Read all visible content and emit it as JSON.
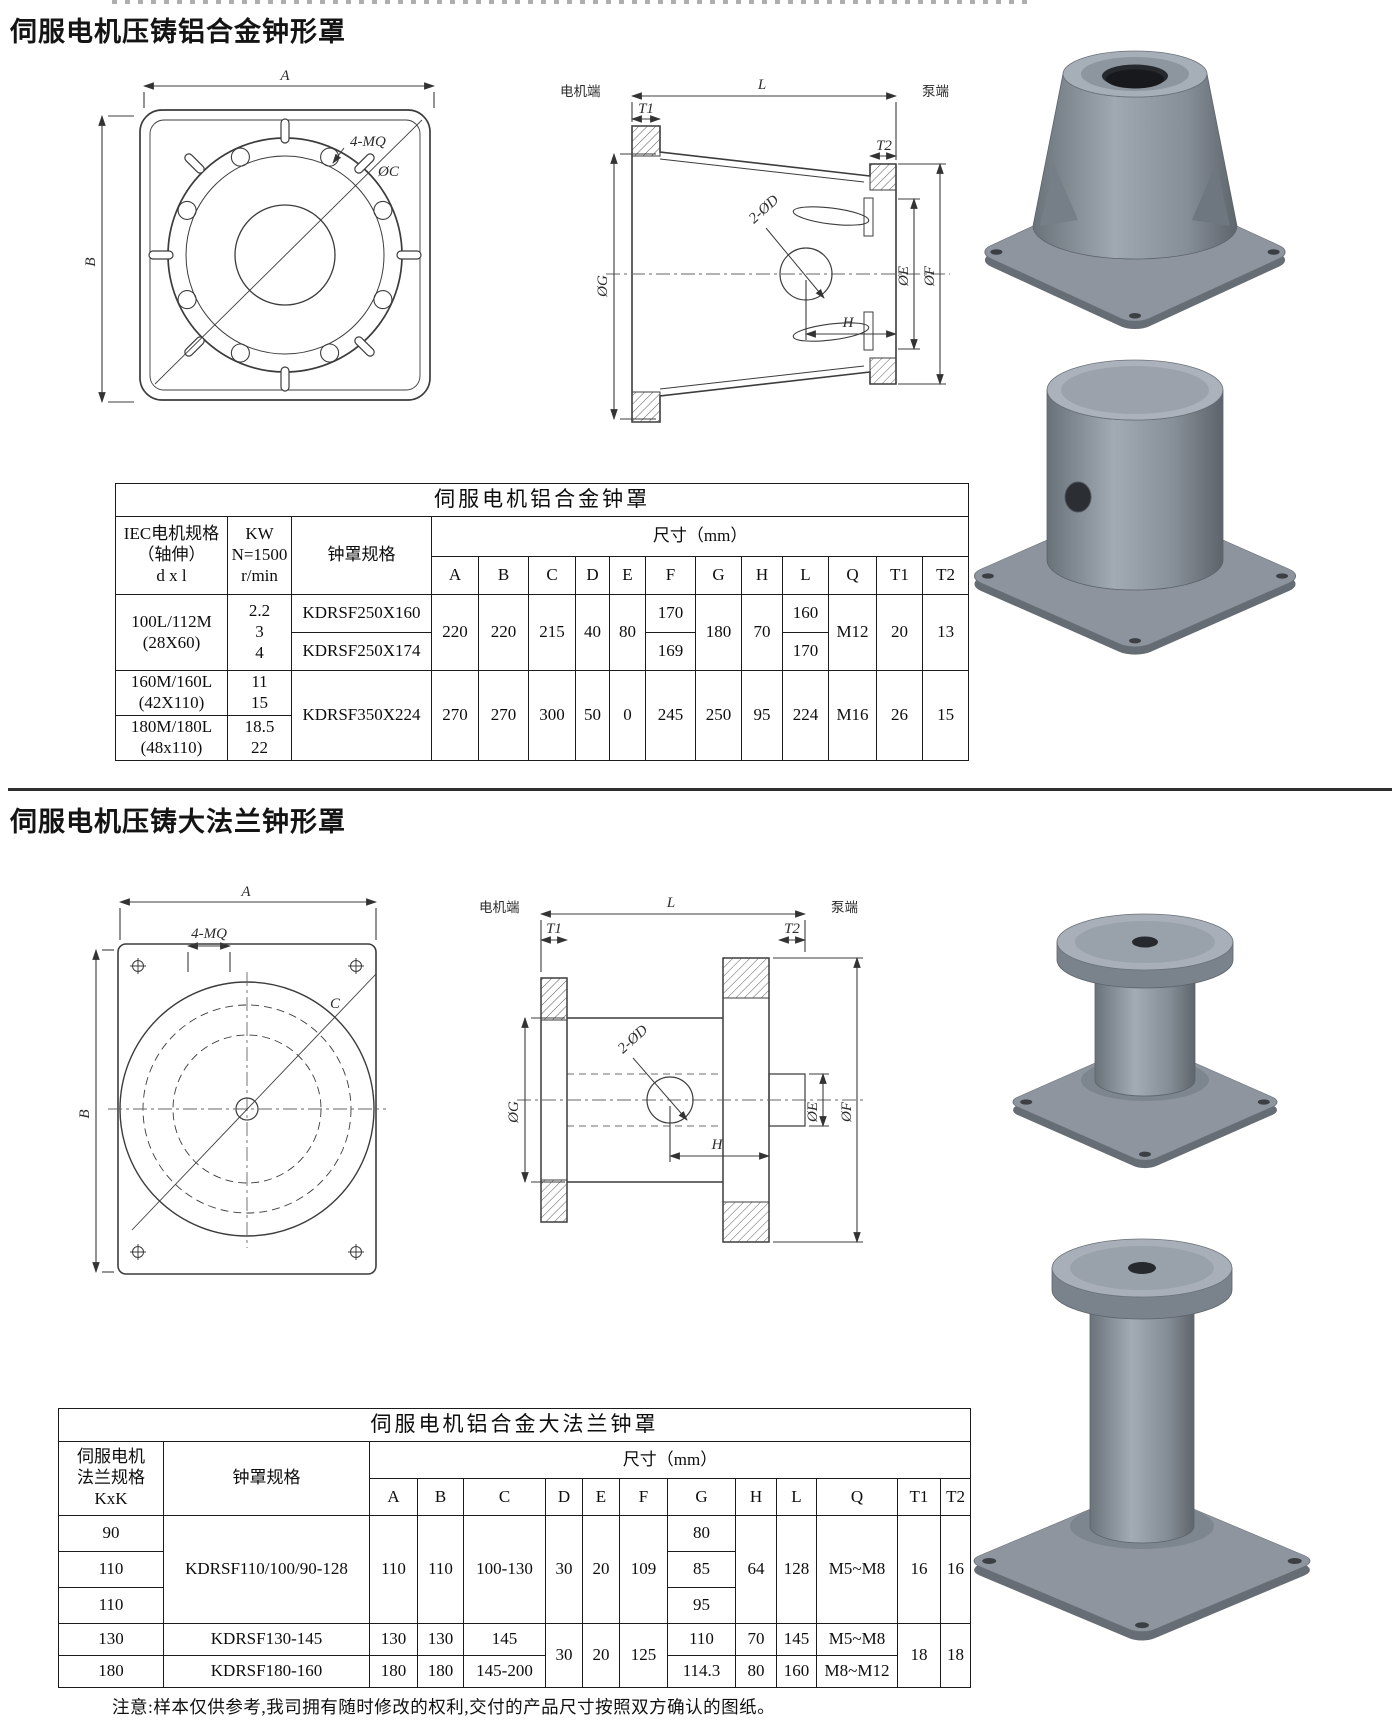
{
  "page": {
    "title_section1": "伺服电机压铸铝合金钟形罩",
    "title_section2": "伺服电机压铸大法兰钟形罩",
    "footer_note": "注意:样本仅供参考,我司拥有随时修改的权利,交付的产品尺寸按照双方确认的图纸。"
  },
  "drawing_labels": {
    "front1": {
      "dim_a": "A",
      "dim_b": "B",
      "holes": "4-MQ",
      "dia_c": "ØC"
    },
    "side1": {
      "motor_end": "电机端",
      "pump_end": "泵端",
      "dim_l": "L",
      "t1": "T1",
      "t2": "T2",
      "dia_g": "ØG",
      "dia_e": "ØE",
      "dia_f": "ØF",
      "holes": "2-ØD",
      "dim_h": "H"
    },
    "front2": {
      "dim_a": "A",
      "dim_b": "B",
      "holes": "4-MQ",
      "dia_c": "C"
    },
    "side2": {
      "motor_end": "电机端",
      "pump_end": "泵端",
      "dim_l": "L",
      "t1": "T1",
      "t2": "T2",
      "dia_g": "ØG",
      "dia_e": "ØE",
      "dia_f": "ØF",
      "holes": "2-ØD",
      "dim_h": "H"
    }
  },
  "table1": {
    "title": "伺服电机铝合金钟罩",
    "header": {
      "col1_l1": "IEC电机规格",
      "col1_l2": "（轴伸）",
      "col1_l3": "d x l",
      "col2_l1": "KW",
      "col2_l2": "N=1500",
      "col2_l3": "r/min",
      "col3": "钟罩规格",
      "dims": "尺寸（mm）",
      "dim_cols": [
        "A",
        "B",
        "C",
        "D",
        "E",
        "F",
        "G",
        "H",
        "L",
        "Q",
        "T1",
        "T2"
      ]
    },
    "group1": {
      "motor_l1": "100L/112M",
      "motor_l2": "(28X60)",
      "kw": [
        "2.2",
        "3",
        "4"
      ],
      "spec1": "KDRSF250X160",
      "spec2": "KDRSF250X174",
      "a": "220",
      "b": "220",
      "c": "215",
      "d": "40",
      "e": "80",
      "f1": "170",
      "f2": "169",
      "g": "180",
      "h": "70",
      "l1": "160",
      "l2": "170",
      "q": "M12",
      "t1": "20",
      "t2": "13"
    },
    "group2": {
      "motor1_l1": "160M/160L",
      "motor1_l2": "(42X110)",
      "kw1": [
        "11",
        "15"
      ],
      "motor2_l1": "180M/180L",
      "motor2_l2": "(48x110)",
      "kw2": [
        "18.5",
        "22"
      ],
      "spec": "KDRSF350X224",
      "a": "270",
      "b": "270",
      "c": "300",
      "d": "50",
      "e": "0",
      "f": "245",
      "g": "250",
      "h": "95",
      "l": "224",
      "q": "M16",
      "t1": "26",
      "t2": "15"
    }
  },
  "table2": {
    "title": "伺服电机铝合金大法兰钟罩",
    "header": {
      "col1_l1": "伺服电机",
      "col1_l2": "法兰规格",
      "col1_l3": "KxK",
      "col2": "钟罩规格",
      "dims": "尺寸（mm）",
      "dim_cols": [
        "A",
        "B",
        "C",
        "D",
        "E",
        "F",
        "G",
        "H",
        "L",
        "Q",
        "T1",
        "T2"
      ]
    },
    "group1": {
      "kxk": [
        "90",
        "110",
        "110"
      ],
      "spec": "KDRSF110/100/90-128",
      "a": "110",
      "b": "110",
      "c": "100-130",
      "d": "30",
      "e": "20",
      "f": "109",
      "g": [
        "80",
        "85",
        "95"
      ],
      "h": "64",
      "l": "128",
      "q": "M5~M8",
      "t1": "16",
      "t2": "16"
    },
    "group2": {
      "rows": [
        {
          "kxk": "130",
          "spec": "KDRSF130-145",
          "a": "130",
          "b": "130",
          "c": "145",
          "g": "110",
          "h": "70",
          "l": "145",
          "q": "M5~M8"
        },
        {
          "kxk": "180",
          "spec": "KDRSF180-160",
          "a": "180",
          "b": "180",
          "c": "145-200",
          "g": "114.3",
          "h": "80",
          "l": "160",
          "q": "M8~M12"
        }
      ],
      "d": "30",
      "e": "20",
      "f": "125",
      "t1": "18",
      "t2": "18"
    }
  }
}
